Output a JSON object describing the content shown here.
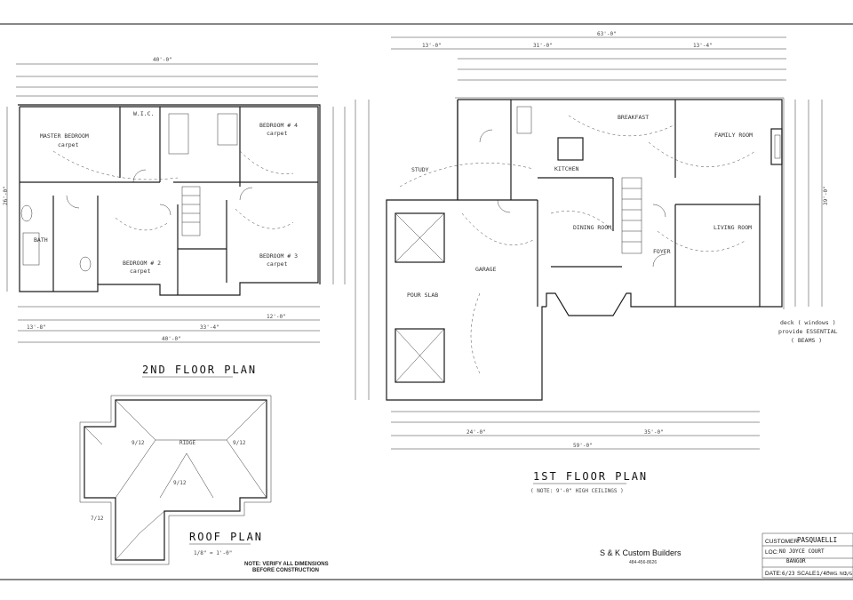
{
  "sheet": {
    "company": "S & K  Custom Builders",
    "phone": "484-456-8626",
    "note_line1": "NOTE: VERIFY ALL DIMENSIONS",
    "note_line2": "BEFORE CONSTRUCTION"
  },
  "plans": {
    "second_floor": "2ND FLOOR PLAN",
    "roof": "ROOF PLAN",
    "roof_scale": "1/8\" = 1'-0\"",
    "first_floor": "1ST FLOOR PLAN",
    "first_floor_sub": "( NOTE: 9'-0\" HIGH CEILINGS )"
  },
  "rooms_second": {
    "master": "MASTER BEDROOM",
    "master_floor": "carpet",
    "bed4": "BEDROOM # 4",
    "bed4_floor": "carpet",
    "bed2": "BEDROOM # 2",
    "bed2_floor": "carpet",
    "bed3": "BEDROOM # 3",
    "bed3_floor": "carpet",
    "wic": "W.I.C.",
    "bath": "BATH"
  },
  "rooms_first": {
    "breakfast": "BREAKFAST",
    "kitchen": "KITCHEN",
    "family": "FAMILY ROOM",
    "living": "LIVING ROOM",
    "dining": "DINING ROOM",
    "garage": "GARAGE",
    "study": "STUDY",
    "foyer": "FOYER",
    "pour_slab": "POUR SLAB",
    "deck_note_1": "deck ( windows )",
    "deck_note_2": "provide ESSENTIAL",
    "deck_note_3": "( BEAMS )"
  },
  "dims_second": {
    "overall_top": "40'-0\"",
    "overall_bottom": "40'-0\"",
    "left_side": "26'-0\"",
    "seg_a": "13'-8\"",
    "seg_b": "33'-4\"",
    "seg_c": "12'-0\""
  },
  "dims_first": {
    "overall_top": "63'-0\"",
    "left_a": "13'-0\"",
    "left_b": "31'-0\"",
    "right_a": "13'-4\"",
    "overall_bottom": "59'-0\"",
    "bottom_left": "24'-0\"",
    "bottom_right": "35'-0\"",
    "right_side": "39'-0\""
  },
  "title_block": {
    "customer_label": "CUSTOMER:",
    "customer_value": "PASQUAELLI",
    "loc_label": "LOC:",
    "loc_value": "NO JOYCE COURT",
    "loc_value2": "BANGOR",
    "date_label": "DATE:",
    "date_value": "6/23",
    "scale_label": "SCALE:",
    "scale_value": "1/4\"",
    "dwg_label": "DWG. NO.",
    "dwg_value": "J/G"
  }
}
